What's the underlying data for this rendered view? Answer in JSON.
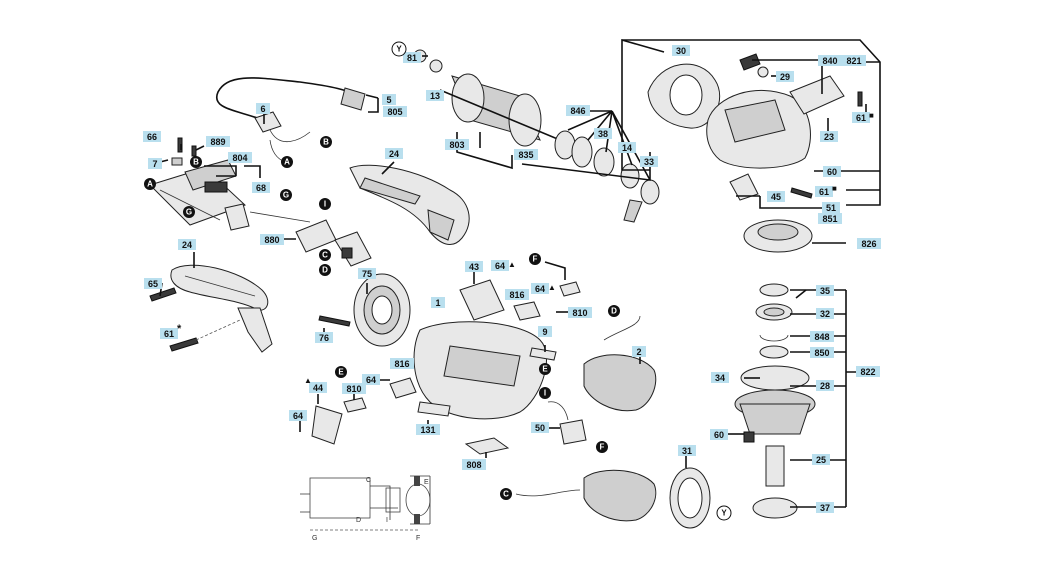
{
  "labels": {
    "l5": "5",
    "l805": "805",
    "l6": "6",
    "l66": "66",
    "l889": "889",
    "l804": "804",
    "l7": "7",
    "l68": "68",
    "l880": "880",
    "l24a": "24",
    "l24b": "24",
    "l65": "65",
    "l61a": "61",
    "l81": "81",
    "l13": "13",
    "l803": "803",
    "l835": "835",
    "l846": "846",
    "l38": "38",
    "l14": "14",
    "l33": "33",
    "l30": "30",
    "l840": "840",
    "l821": "821",
    "l29": "29",
    "l23": "23",
    "l61b": "61",
    "l60a": "60",
    "l61c": "61",
    "l45": "45",
    "l51": "51",
    "l851": "851",
    "l826": "826",
    "l43": "43",
    "l64a": "64",
    "l64b": "64",
    "l816a": "816",
    "l810a": "810",
    "l75": "75",
    "l1": "1",
    "l76": "76",
    "l9": "9",
    "l2": "2",
    "l44": "44",
    "l810b": "810",
    "l64c": "64",
    "l816b": "816",
    "l64d": "64",
    "l131": "131",
    "l50": "50",
    "l808": "808",
    "l31": "31",
    "l35": "35",
    "l32": "32",
    "l848": "848",
    "l850": "850",
    "l34": "34",
    "l28": "28",
    "l822": "822",
    "l60b": "60",
    "l25": "25",
    "l37": "37"
  },
  "markers": {
    "A": "A",
    "B": "B",
    "C": "C",
    "D": "D",
    "E": "E",
    "F": "F",
    "G": "G",
    "I": "I",
    "Y": "Y"
  },
  "symbols": {
    "triangle": "▲",
    "square": "■",
    "star": "*"
  },
  "schematic": {
    "C": "C",
    "D": "D",
    "E": "E",
    "F": "F",
    "I": "I",
    "G": "G"
  }
}
